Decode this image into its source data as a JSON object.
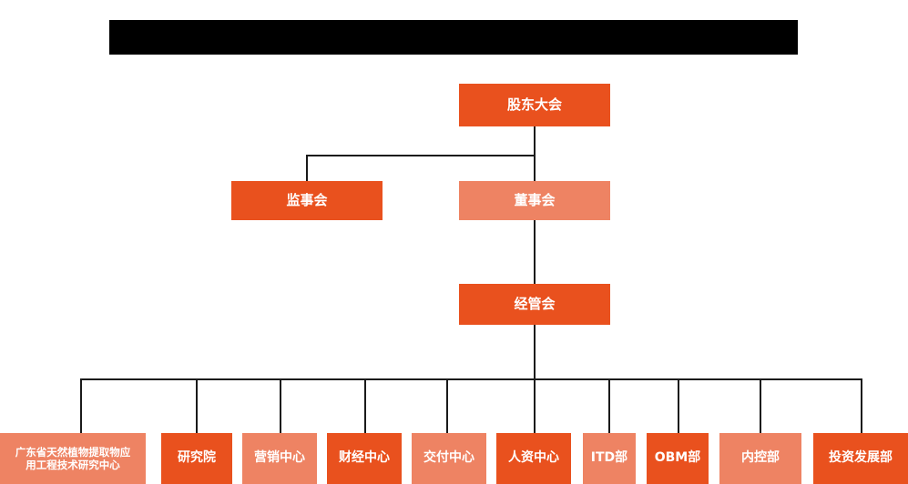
{
  "header": {
    "title_redacted": true,
    "title_text": ""
  },
  "colors": {
    "accent_dark": "#E9511E",
    "accent_light": "#EE8363",
    "connector": "#1a1a1a",
    "background": "#ffffff",
    "redaction": "#000000",
    "text": "#ffffff"
  },
  "chart_data": {
    "type": "diagram",
    "diagram_kind": "org-chart",
    "title": "",
    "nodes": [
      {
        "id": "shareholders",
        "label": "股东大会",
        "level": 0,
        "tone": "dark"
      },
      {
        "id": "supervisors",
        "label": "监事会",
        "level": 1,
        "tone": "dark"
      },
      {
        "id": "board",
        "label": "董事会",
        "level": 1,
        "tone": "light"
      },
      {
        "id": "management",
        "label": "经管会",
        "level": 2,
        "tone": "dark"
      },
      {
        "id": "gd-research-center",
        "label": "广东省天然植物提取物应\n用工程技术研究中心",
        "level": 3,
        "tone": "light"
      },
      {
        "id": "research-institute",
        "label": "研究院",
        "level": 3,
        "tone": "dark"
      },
      {
        "id": "marketing-center",
        "label": "营销中心",
        "level": 3,
        "tone": "light"
      },
      {
        "id": "finance-center",
        "label": "财经中心",
        "level": 3,
        "tone": "dark"
      },
      {
        "id": "delivery-center",
        "label": "交付中心",
        "level": 3,
        "tone": "light"
      },
      {
        "id": "hr-center",
        "label": "人资中心",
        "level": 3,
        "tone": "dark"
      },
      {
        "id": "itd-dept",
        "label": "ITD部",
        "level": 3,
        "tone": "light"
      },
      {
        "id": "obm-dept",
        "label": "OBM部",
        "level": 3,
        "tone": "dark"
      },
      {
        "id": "internal-control-dept",
        "label": "内控部",
        "level": 3,
        "tone": "light"
      },
      {
        "id": "investment-dev-dept",
        "label": "投资发展部",
        "level": 3,
        "tone": "dark"
      }
    ],
    "edges": [
      {
        "from": "shareholders",
        "to": "supervisors"
      },
      {
        "from": "shareholders",
        "to": "board"
      },
      {
        "from": "board",
        "to": "management"
      },
      {
        "from": "management",
        "to": "gd-research-center"
      },
      {
        "from": "management",
        "to": "research-institute"
      },
      {
        "from": "management",
        "to": "marketing-center"
      },
      {
        "from": "management",
        "to": "finance-center"
      },
      {
        "from": "management",
        "to": "delivery-center"
      },
      {
        "from": "management",
        "to": "hr-center"
      },
      {
        "from": "management",
        "to": "itd-dept"
      },
      {
        "from": "management",
        "to": "obm-dept"
      },
      {
        "from": "management",
        "to": "internal-control-dept"
      },
      {
        "from": "management",
        "to": "investment-dev-dept"
      }
    ]
  }
}
